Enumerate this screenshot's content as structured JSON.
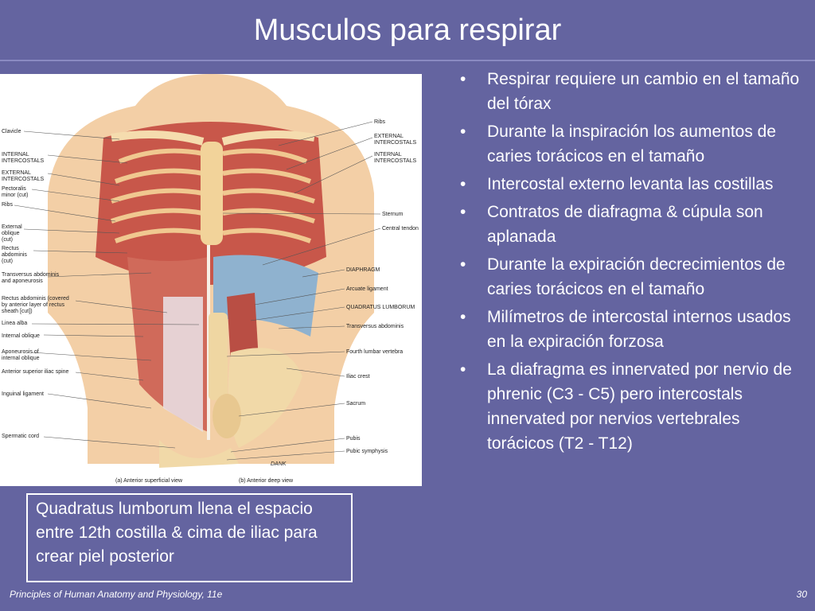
{
  "slide": {
    "title": "Musculos para respirar",
    "caption": "Quadratus lumborum llena el espacio entre 12th costilla & cima de iliac para crear piel posterior",
    "bullets": [
      "Respirar requiere un cambio en el tamaño del tórax",
      "Durante la inspiración los aumentos de caries torácicos en el tamaño",
      "Intercostal externo levanta las costillas",
      "Contratos de diafragma & cúpula son aplanada",
      "Durante la expiración decrecimientos de caries torácicos en el tamaño",
      "Milímetros de intercostal internos usados en la expiración forzosa",
      "La diafragma es innervated por nervio de phrenic (C3 - C5) pero intercostals innervated por nervios vertebrales torácicos (T2 - T12)"
    ],
    "bullet_symbol": "•"
  },
  "figure": {
    "left_labels": [
      "Clavicle",
      "INTERNAL",
      "INTERCOSTALS",
      "EXTERNAL",
      "INTERCOSTALS",
      "Pectoralis",
      "minor (cut)",
      "Ribs",
      "External",
      "oblique",
      "(cut)",
      "Rectus",
      "abdominis",
      "(cut)",
      "Transversus abdominis",
      "and aponeurosis",
      "Rectus abdominis (covered",
      "by anterior layer of rectus",
      "sheath [cut])",
      "Linea alba",
      "Internal oblique",
      "Aponeurosis of",
      "internal oblique",
      "Anterior superior iliac spine",
      "Inguinal ligament",
      "Spermatic cord"
    ],
    "right_labels": [
      "Ribs",
      "EXTERNAL",
      "INTERCOSTALS",
      "INTERNAL",
      "INTERCOSTALS",
      "Sternum",
      "Central tendon",
      "DIAPHRAGM",
      "Arcuate ligament",
      "QUADRATUS LUMBORUM",
      "Transversus abdominis",
      "Fourth lumbar vertebra",
      "Iliac crest",
      "Sacrum",
      "Pubis",
      "Pubic symphysis"
    ],
    "view_left": "(a) Anterior superficial view",
    "view_right": "(b) Anterior deep view",
    "signature": "DANK"
  },
  "footer": {
    "source": "Principles of Human Anatomy and Physiology, 11e",
    "page": "30"
  }
}
